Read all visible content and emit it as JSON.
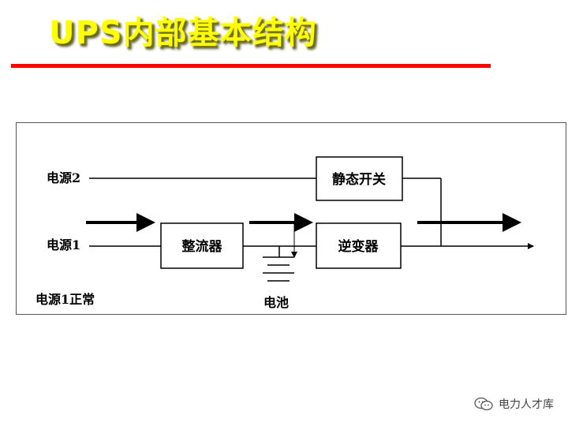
{
  "slide": {
    "title": "UPS内部基本结构",
    "title_color": "#ffff00",
    "rule_color": "#ff0000"
  },
  "diagram": {
    "inputs": {
      "source2": "电源2",
      "source1": "电源1"
    },
    "blocks": {
      "rectifier": "整流器",
      "inverter": "逆变器",
      "static_switch": "静态开关"
    },
    "battery": "电池",
    "state_caption": "电源1正常"
  },
  "watermark": {
    "text": "电力人才库",
    "icon": "wechat-icon"
  }
}
